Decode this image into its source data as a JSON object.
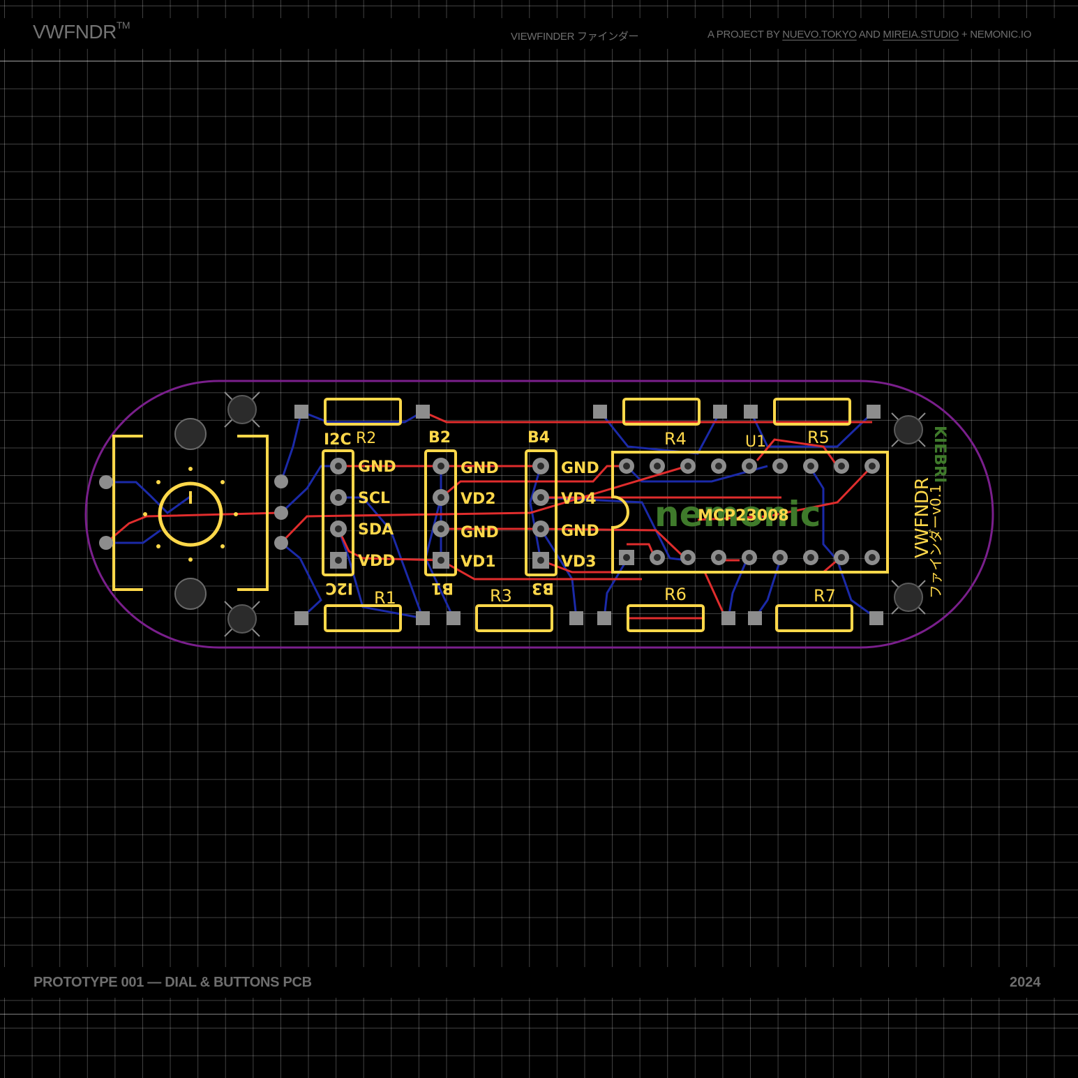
{
  "header": {
    "logo": "VWFNDR",
    "trademark": "TM",
    "tagline": "VIEWFINDER ファインダー",
    "credits": {
      "prefix": "A PROJECT BY",
      "link1": "NUEVO.TOKYO",
      "and": "AND",
      "link2": "MIREIA.STUDIO",
      "suffix": "+ NEMONIC.IO"
    }
  },
  "footer": {
    "title": "PROTOTYPE 001 — DIAL & BUTTONS PCB",
    "year": "2024"
  },
  "pcb": {
    "colors": {
      "outline": "#7a1f8c",
      "silkscreen": "#ffd84a",
      "top_copper": "#e02d2d",
      "bottom_copper": "#1b2aa8",
      "pads": "#8d8d8d",
      "logo_green": "#3f7a2b"
    },
    "headers": [
      {
        "top_label": "I2C",
        "bottom_label": "I2C",
        "pins": [
          "GND",
          "SCL",
          "SDA",
          "VDD"
        ]
      },
      {
        "top_label": "B2",
        "bottom_label": "B1",
        "pins": [
          "GND",
          "VD2",
          "GND",
          "VD1"
        ]
      },
      {
        "top_label": "B4",
        "bottom_label": "B3",
        "pins": [
          "GND",
          "VD4",
          "GND",
          "VD3"
        ]
      }
    ],
    "resistors": {
      "r1": "R1",
      "r2": "R2",
      "r3": "R3",
      "r4": "R4",
      "r5": "R5",
      "r6": "R6",
      "r7": "R7"
    },
    "chip": {
      "ref": "U1",
      "part": "MCP23008",
      "logo": "nemonic"
    },
    "vertical_text": {
      "brand": "VWFNDR",
      "subtitle": "ファインダーv0.1",
      "credit": "KIEBRI"
    }
  }
}
